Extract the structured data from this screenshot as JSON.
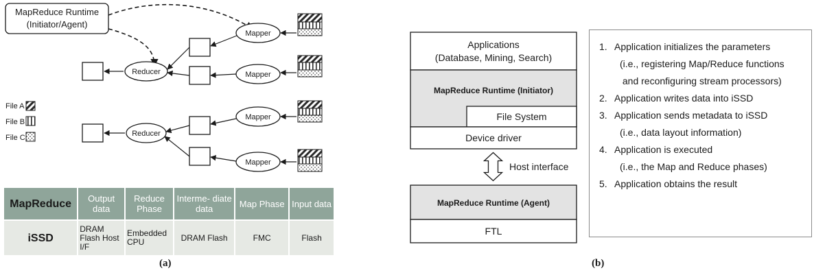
{
  "panel_a": {
    "runtime": [
      "MapReduce Runtime",
      "(Initiator/Agent)"
    ],
    "mapper_label": "Mapper",
    "reducer_label": "Reducer",
    "legend": [
      "File A",
      "File B",
      "File C"
    ],
    "table": {
      "header": [
        "MapReduce",
        "Output data",
        "Reduce Phase",
        "Interme- diate data",
        "Map Phase",
        "Input data"
      ],
      "row": [
        "iSSD",
        "DRAM Flash Host I/F",
        "Embedded CPU",
        "DRAM Flash",
        "FMC",
        "Flash"
      ]
    },
    "caption": "(a)"
  },
  "panel_b": {
    "applications": [
      "Applications",
      "(Database, Mining, Search)"
    ],
    "runtime_initiator": "MapReduce Runtime (Initiator)",
    "file_system": "File System",
    "device_driver": "Device driver",
    "host_interface": "Host interface",
    "runtime_agent": "MapReduce Runtime (Agent)",
    "ftl": "FTL",
    "caption": "(b)",
    "steps": [
      {
        "num": "1.",
        "lines": [
          "Application initializes the parameters",
          "(i.e., registering Map/Reduce functions",
          " and reconfiguring stream processors)"
        ]
      },
      {
        "num": "2.",
        "lines": [
          "Application writes data into iSSD"
        ]
      },
      {
        "num": "3.",
        "lines": [
          "Application sends metadata to iSSD",
          "(i.e., data layout information)"
        ]
      },
      {
        "num": "4.",
        "lines": [
          "Application is executed",
          "(i.e., the Map and Reduce phases)"
        ]
      },
      {
        "num": "5.",
        "lines": [
          "Application obtains the result"
        ]
      }
    ]
  }
}
